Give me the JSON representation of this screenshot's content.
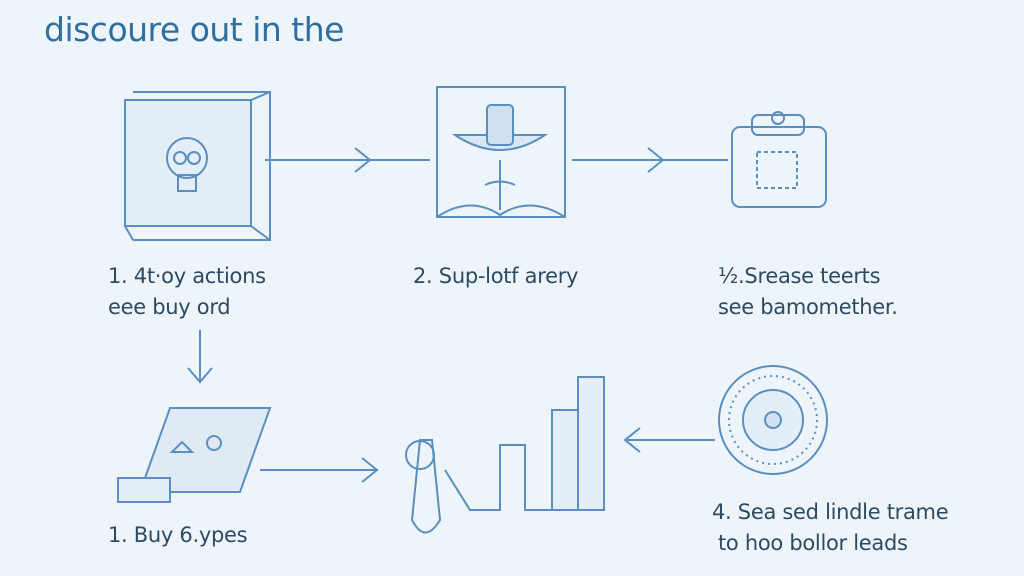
{
  "title": "discoure out in the",
  "steps": [
    {
      "line1": "1. 4t·oy actions",
      "line2": "eee buy ord"
    },
    {
      "line1": "2. Sup-lotf arery"
    },
    {
      "line1": "½.Srease teerts",
      "line2": "see bamomether."
    },
    {
      "line1": "4. Sea sed lindle trame",
      "line2": "to hoo bollor leads"
    },
    {
      "line1": "1. Buy 6.ypes"
    }
  ],
  "colors": {
    "line": "#5b8fbf",
    "text": "#2d4a63",
    "title": "#2f6f9f",
    "background": "#eef5fa"
  }
}
